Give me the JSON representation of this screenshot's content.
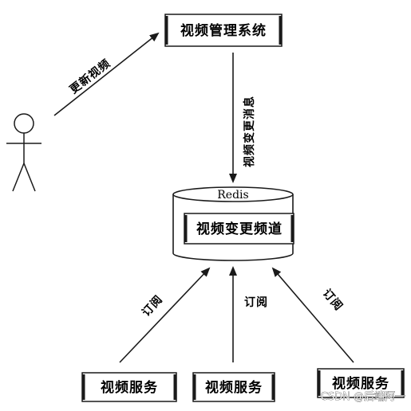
{
  "nodes": {
    "video_mgmt": "视频管理系统",
    "redis_title": "Redis",
    "channel": "视频变更频道",
    "service_1": "视频服务",
    "service_2": "视频服务",
    "service_3": "视频服务"
  },
  "edges": {
    "update_video": "更新视频",
    "change_message": "视频变更消息",
    "subscribe_1": "订阅",
    "subscribe_2": "订阅",
    "subscribe_3": "订阅"
  },
  "watermark": "CSDN @后端阿一"
}
